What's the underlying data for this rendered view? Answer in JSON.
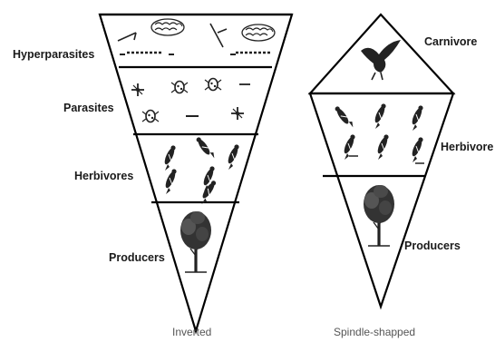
{
  "pyramids": {
    "inverted": {
      "caption": "Inverted",
      "levels": [
        {
          "label": "Hyperparasites",
          "organisms": "hyperparasite-icons"
        },
        {
          "label": "Parasites",
          "organisms": "parasite-insect-icons"
        },
        {
          "label": "Herbivores",
          "organisms": "bird-icons"
        },
        {
          "label": "Producers",
          "organisms": "tree-icon"
        }
      ]
    },
    "spindle": {
      "caption": "Spindle-shapped",
      "levels": [
        {
          "label": "Carnivore",
          "organisms": "eagle-icon"
        },
        {
          "label": "Herbivore",
          "organisms": "bird-icons"
        },
        {
          "label": "Producers",
          "organisms": "tree-icon"
        }
      ]
    }
  }
}
